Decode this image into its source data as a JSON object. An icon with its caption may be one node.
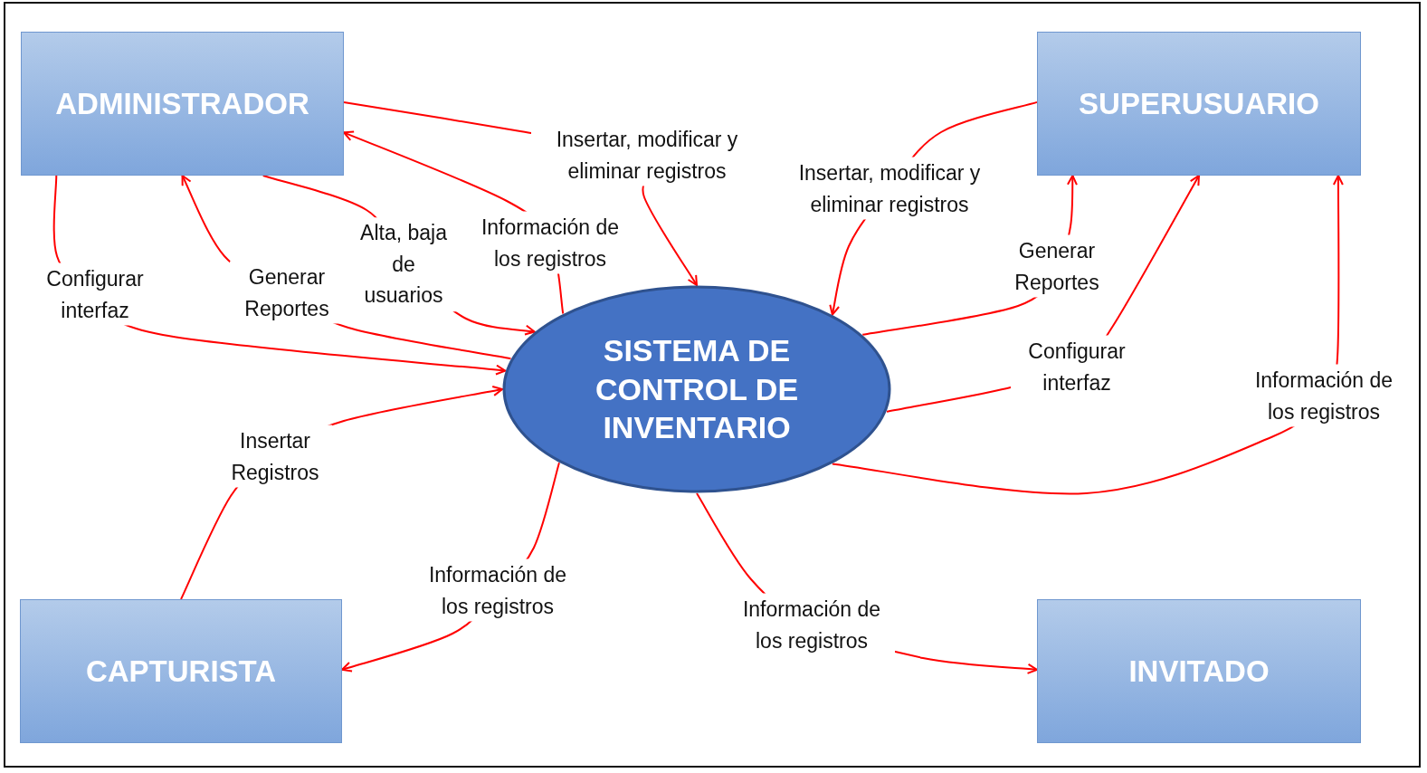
{
  "diagram": {
    "nodes": [
      {
        "text": [
          "ADMINISTRADOR"
        ]
      },
      {
        "text": [
          "SUPERUSUARIO"
        ]
      },
      {
        "text": [
          "SISTEMA DE CONTROL DE INVENTARIO"
        ]
      },
      {
        "text": [
          "CAPTURISTA"
        ]
      },
      {
        "text": [
          "INVITADO"
        ]
      }
    ],
    "edges": [
      {
        "from": 0,
        "to": 2,
        "arrow": "to",
        "label": "Insertar, modificar y eliminar registros"
      },
      {
        "from": 2,
        "to": 0,
        "arrow": "to",
        "label": "Información de los registros"
      },
      {
        "from": 0,
        "to": 2,
        "arrow": "to",
        "label": "Alta, baja de usuarios"
      },
      {
        "from": 2,
        "to": 0,
        "arrow": "to",
        "label": "Generar Reportes"
      },
      {
        "from": 0,
        "to": 2,
        "arrow": "to",
        "label": "Configurar interfaz"
      },
      {
        "from": 3,
        "to": 2,
        "arrow": "to",
        "label": "Insertar Registros"
      },
      {
        "from": 2,
        "to": 3,
        "arrow": "to",
        "label": "Información de los registros"
      },
      {
        "from": 2,
        "to": 4,
        "arrow": "to",
        "label": "Información de los registros"
      },
      {
        "from": 1,
        "to": 2,
        "arrow": "to",
        "label": "Insertar, modificar y eliminar registros"
      },
      {
        "from": 2,
        "to": 1,
        "arrow": "to",
        "label": "Generar Reportes"
      },
      {
        "from": 2,
        "to": 1,
        "arrow": "to",
        "label": "Configurar interfaz"
      },
      {
        "from": 2,
        "to": 1,
        "arrow": "to",
        "label": "Información de los registros"
      }
    ]
  }
}
